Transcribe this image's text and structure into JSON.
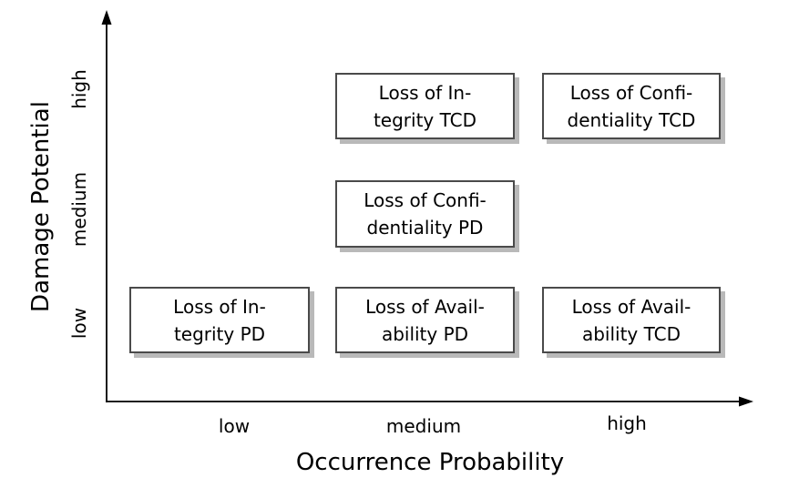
{
  "chart": {
    "x_axis": {
      "label": "Occurrence Probability",
      "ticks": [
        "low",
        "medium",
        "high"
      ]
    },
    "y_axis": {
      "label": "Damage Potential",
      "ticks": [
        "high",
        "medium",
        "low"
      ]
    }
  },
  "boxes": [
    {
      "line1": "Loss of In-",
      "line2": "tegrity TCD",
      "x": "medium",
      "y": "high"
    },
    {
      "line1": "Loss of Confi-",
      "line2": "dentiality TCD",
      "x": "high",
      "y": "high"
    },
    {
      "line1": "Loss of Confi-",
      "line2": "dentiality PD",
      "x": "medium",
      "y": "medium"
    },
    {
      "line1": "Loss of In-",
      "line2": "tegrity PD",
      "x": "low",
      "y": "low"
    },
    {
      "line1": "Loss of Avail-",
      "line2": "ability PD",
      "x": "medium",
      "y": "low"
    },
    {
      "line1": "Loss of Avail-",
      "line2": "ability TCD",
      "x": "high",
      "y": "low"
    }
  ],
  "chart_data": {
    "type": "scatter",
    "title": "",
    "xlabel": "Occurrence Probability",
    "ylabel": "Damage Potential",
    "x_ticks": [
      "low",
      "medium",
      "high"
    ],
    "y_ticks": [
      "low",
      "medium",
      "high"
    ],
    "grid": false,
    "legend": false,
    "points": [
      {
        "label": "Loss of Integrity TCD",
        "x": "medium",
        "y": "high"
      },
      {
        "label": "Loss of Confidentiality TCD",
        "x": "high",
        "y": "high"
      },
      {
        "label": "Loss of Confidentiality PD",
        "x": "medium",
        "y": "medium"
      },
      {
        "label": "Loss of Integrity PD",
        "x": "low",
        "y": "low"
      },
      {
        "label": "Loss of Availability PD",
        "x": "medium",
        "y": "low"
      },
      {
        "label": "Loss of Availability TCD",
        "x": "high",
        "y": "low"
      }
    ]
  },
  "colors": {
    "background": "#ffffff",
    "axis": "#000000",
    "box_border": "#4a4a4a",
    "box_shadow": "#b9b9b9",
    "text": "#000000"
  }
}
